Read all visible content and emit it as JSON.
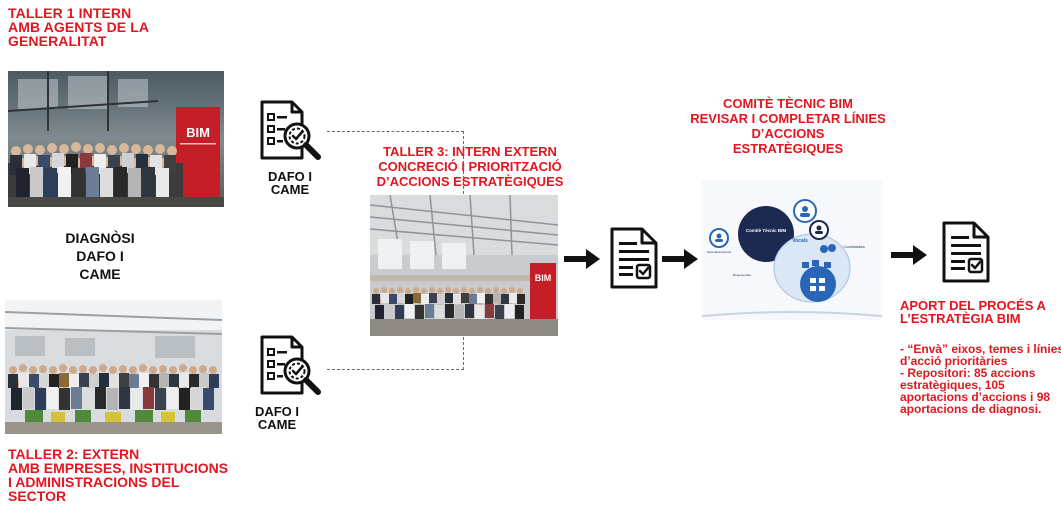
{
  "taller1": {
    "lines": [
      "TALLER 1 INTERN",
      "AMB AGENTS DE LA",
      "GENERALITAT"
    ]
  },
  "taller2": {
    "lines": [
      "TALLER 2: EXTERN",
      "AMB EMPRESES, INSTITUCIONS",
      "I ADMINISTRACIONS DEL",
      "SECTOR"
    ]
  },
  "taller3": {
    "lines": [
      "TALLER 3: INTERN EXTERN",
      "CONCRECIÓ I PRIORITZACIÓ",
      "D’ACCIONS ESTRATÈGIQUES"
    ]
  },
  "diagnosi": {
    "lines": [
      "DIAGNÒSI",
      "DAFO I",
      "CAME"
    ]
  },
  "dafo_top": {
    "lines": [
      "DAFO I",
      "CAME"
    ]
  },
  "dafo_bottom": {
    "lines": [
      "DAFO I",
      "CAME"
    ]
  },
  "comite": {
    "lines": [
      "COMITÈ TÈCNIC BIM",
      "REVISAR I COMPLETAR LÍNIES",
      "D’ACCIONS",
      "ESTRATÈGIQUES"
    ]
  },
  "aport": {
    "lines": [
      "APORT DEL PROCÉS A",
      "L’ESTRATÈGIA BIM"
    ]
  },
  "notes": {
    "items": [
      "- “Envà” eixos, temes i línies d’acció prioritàries",
      "- Repositori:  85 accions estratègiques, 105 aportacions d’accions i 98 aportacions de diagnosi."
    ]
  },
  "photo1": {
    "banner": "BIM"
  },
  "photo3": {
    "banner": "BIM"
  },
  "diagram": {
    "center_label": "Comitè Tècnic BIM",
    "vocals_label": "Vocals",
    "coord_label": "Coordinadora",
    "left_label": "Secretaria tècnica",
    "small_label": "Representant"
  },
  "colors": {
    "accent_red": "#e4151f",
    "text_dark": "#111111",
    "diagram_blue": "#2a66b8",
    "diagram_navy": "#1c2a52"
  }
}
